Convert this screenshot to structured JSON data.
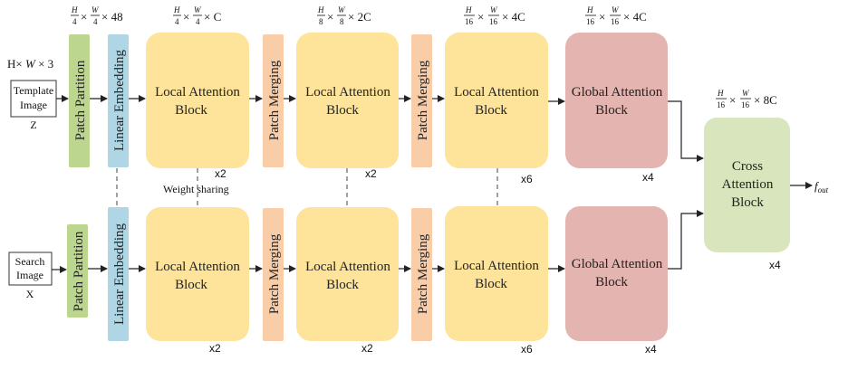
{
  "dims": {
    "input": "H× W × 3",
    "d1": "H/4 × W/4 × 48",
    "d2": "H/4 × W/4 × C",
    "d3": "H/8 × W/8 × 2C",
    "d4": "H/16 × W/16 × 4C",
    "d5": "H/16 × W/16 × 4C",
    "d6": "H/16 × W/16 × 8C"
  },
  "template": {
    "line1": "Template",
    "line2": "Image",
    "var": "Z"
  },
  "search": {
    "line1": "Search",
    "line2": "Image",
    "var": "X"
  },
  "labels": {
    "patch_partition": "Patch Partition",
    "linear_embedding": "Linear Embedding",
    "patch_merging": "Patch Merging",
    "local_attention_1": "Local Attention",
    "local_attention_2": "Block",
    "global_attention_1": "Global Attention",
    "global_attention_2": "Block",
    "cross_1": "Cross",
    "cross_2": "Attention",
    "cross_3": "Block",
    "weight_sharing": "Weight sharing",
    "output": "f_out"
  },
  "multipliers": {
    "stage1": "x2",
    "stage2": "x2",
    "stage3": "x6",
    "global": "x4",
    "cross": "x4"
  },
  "colors": {
    "patch_partition": "#bcd68f",
    "linear_embedding": "#aed6e4",
    "local_attention": "#fde49a",
    "patch_merging": "#f9cda8",
    "global_attention": "#e4b4b0",
    "cross_attention": "#d9e5bc"
  }
}
